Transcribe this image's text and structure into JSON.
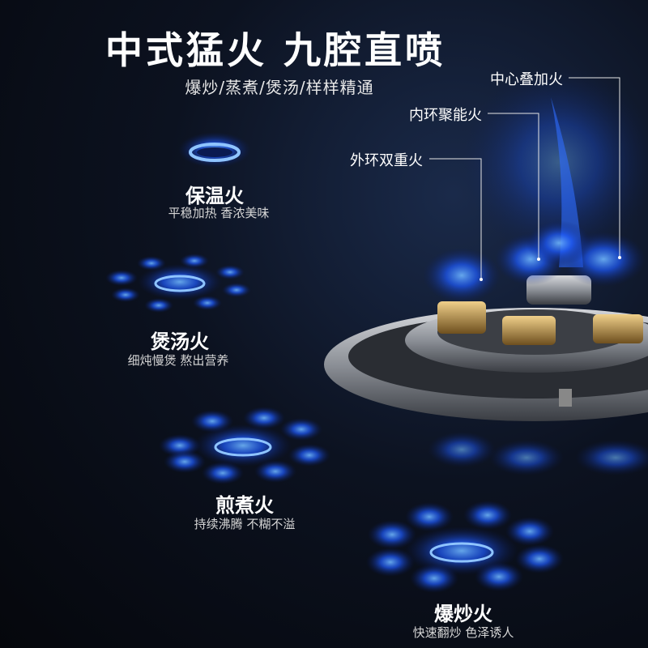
{
  "header": {
    "title": "中式猛火  九腔直喷",
    "subtitle": "爆炒/蒸煮/煲汤/样样精通"
  },
  "modes": [
    {
      "label": "保温火",
      "desc": "平稳加热 香浓美味"
    },
    {
      "label": "煲汤火",
      "desc": "细炖慢煲 熬出营养"
    },
    {
      "label": "煎煮火",
      "desc": "持续沸腾 不糊不溢"
    },
    {
      "label": "爆炒火",
      "desc": "快速翻炒 色泽诱人"
    }
  ],
  "callouts": {
    "center": "中心叠加火",
    "inner": "内环聚能火",
    "outer": "外环双重火"
  },
  "colors": {
    "flame_blue": "#1e5bff",
    "flame_core": "#9fd0ff",
    "metal": "#b9bcc2",
    "brass": "#c9a25a"
  }
}
